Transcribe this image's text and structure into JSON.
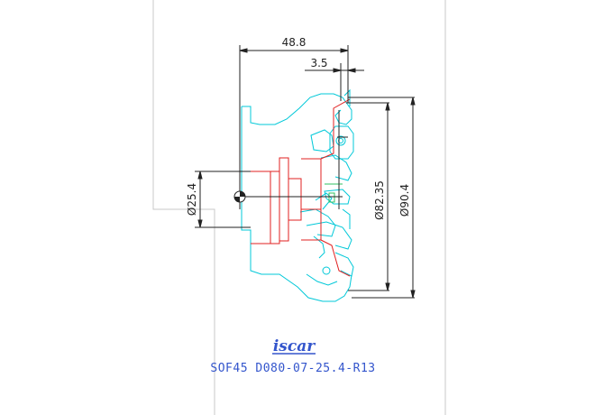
{
  "dimensions": {
    "overall_length": "48.8",
    "insert_step": "3.5",
    "bore": "Ø25.4",
    "cut_diameter": "Ø82.35",
    "max_diameter": "Ø90.4"
  },
  "logo": {
    "text": "iscar"
  },
  "caption": {
    "part_number": "SOF45 D080-07-25.4-R13"
  },
  "colors": {
    "outline_cyan": "#00c8d8",
    "section_red": "#e02020",
    "border_gray": "#c8c8c8",
    "dim_black": "#222222",
    "brand_blue": "#3355cc"
  }
}
